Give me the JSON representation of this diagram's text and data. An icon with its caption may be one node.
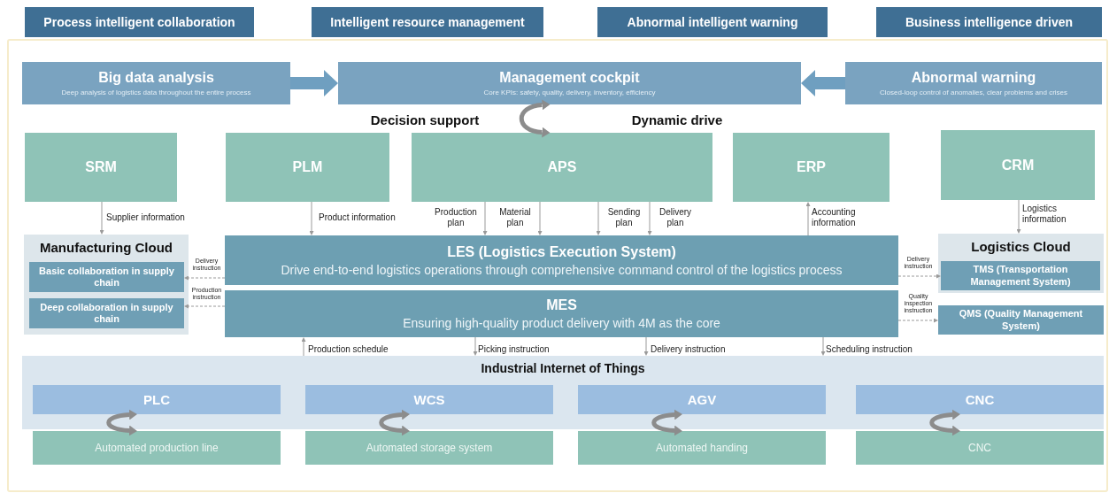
{
  "diagram": {
    "nodes": [
      {
        "text": [
          "Process intelligent collaboration"
        ]
      },
      {
        "text": [
          "Intelligent resource management"
        ]
      },
      {
        "text": [
          "Abnormal intelligent warning"
        ]
      },
      {
        "text": [
          "Business intelligence driven"
        ]
      },
      {
        "text": [
          "Big data analysis",
          "Deep analysis of logistics data throughout the entire process"
        ]
      },
      {
        "text": [
          "Management cockpit",
          "Core KPIs: safety, quality, delivery, inventory, efficiency"
        ]
      },
      {
        "text": [
          "Abnormal warning",
          "Closed-loop control of anomalies, clear problems and crises"
        ]
      },
      {
        "text": [
          "SRM"
        ]
      },
      {
        "text": [
          "PLM"
        ]
      },
      {
        "text": [
          "APS"
        ]
      },
      {
        "text": [
          "ERP"
        ]
      },
      {
        "text": [
          "CRM"
        ]
      },
      {
        "text": [
          "Manufacturing Cloud"
        ]
      },
      {
        "text": [
          "Basic collaboration in supply chain"
        ],
        "in": 12
      },
      {
        "text": [
          "Deep collaboration in supply chain"
        ],
        "in": 12
      },
      {
        "text": [
          "LES (Logistics Execution System)",
          "Drive end-to-end logistics operations through comprehensive command control of the logistics process"
        ]
      },
      {
        "text": [
          "MES",
          "Ensuring high-quality product delivery with 4M as the core"
        ]
      },
      {
        "text": [
          "Logistics Cloud"
        ]
      },
      {
        "text": [
          "TMS (Transportation Management System)"
        ],
        "in": 17
      },
      {
        "text": [
          "QMS (Quality Management System)"
        ]
      },
      {
        "text": [
          "Industrial Internet of Things"
        ]
      },
      {
        "text": [
          "PLC"
        ],
        "in": 20
      },
      {
        "text": [
          "WCS"
        ],
        "in": 20
      },
      {
        "text": [
          "AGV"
        ],
        "in": 20
      },
      {
        "text": [
          "CNC"
        ],
        "in": 20
      },
      {
        "text": [
          "Automated production line"
        ]
      },
      {
        "text": [
          "Automated storage system"
        ]
      },
      {
        "text": [
          "Automated handing"
        ]
      },
      {
        "text": [
          "CNC"
        ]
      }
    ],
    "edges": [
      {
        "from": 4,
        "to": 5,
        "arrow": "to",
        "style": "thick",
        "color": "#6f9fc0"
      },
      {
        "from": 6,
        "to": 5,
        "arrow": "to",
        "style": "thick",
        "color": "#6f9fc0"
      },
      {
        "from": 7,
        "to": 12,
        "arrow": "to",
        "label": "Supplier information"
      },
      {
        "from": 8,
        "to": 15,
        "arrow": "to",
        "label": "Product information"
      },
      {
        "from": 9,
        "to": 15,
        "arrow": "to",
        "label": "Production plan"
      },
      {
        "from": 9,
        "to": 15,
        "arrow": "to",
        "label": "Material plan"
      },
      {
        "from": 9,
        "to": 15,
        "arrow": "to",
        "label": "Sending plan"
      },
      {
        "from": 9,
        "to": 15,
        "arrow": "to",
        "label": "Delivery plan"
      },
      {
        "from": 15,
        "to": 10,
        "arrow": "to",
        "label": "Accounting information"
      },
      {
        "from": 11,
        "to": 17,
        "arrow": "to",
        "label": "Logistics information"
      },
      {
        "from": 15,
        "to": 13,
        "arrow": "to",
        "label": "Delivery instruction",
        "style": "dashed"
      },
      {
        "from": 16,
        "to": 14,
        "arrow": "to",
        "label": "Production instruction",
        "style": "dashed"
      },
      {
        "from": 15,
        "to": 18,
        "arrow": "to",
        "label": "Delivery instruction",
        "style": "dashed"
      },
      {
        "from": 16,
        "to": 19,
        "arrow": "to",
        "label": "Quality inspection instruction",
        "style": "dashed"
      },
      {
        "from": 20,
        "to": 16,
        "arrow": "to",
        "label": "Production schedule"
      },
      {
        "from": 16,
        "to": 20,
        "arrow": "to",
        "label": "Picking instruction"
      },
      {
        "from": 16,
        "to": 20,
        "arrow": "to",
        "label": "Delivery instruction"
      },
      {
        "from": 16,
        "to": 20,
        "arrow": "to",
        "label": "Scheduling instruction"
      },
      {
        "from": 21,
        "to": 25,
        "arrow": "both",
        "style": "thick"
      },
      {
        "from": 22,
        "to": 26,
        "arrow": "both",
        "style": "thick"
      },
      {
        "from": 23,
        "to": 27,
        "arrow": "both",
        "style": "thick"
      },
      {
        "from": 24,
        "to": 28,
        "arrow": "both",
        "style": "thick"
      },
      {
        "from": 5,
        "to": 9,
        "arrow": "both",
        "style": "thick"
      }
    ],
    "labels": [
      "Decision support",
      "Dynamic drive"
    ]
  }
}
